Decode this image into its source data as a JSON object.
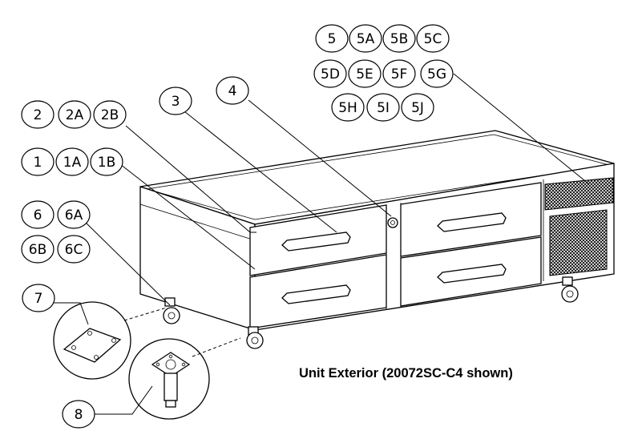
{
  "caption": "Unit Exterior (20072SC-C4 shown)",
  "callouts": {
    "c5": "5",
    "c5A": "5A",
    "c5B": "5B",
    "c5C": "5C",
    "c5D": "5D",
    "c5E": "5E",
    "c5F": "5F",
    "c5G": "5G",
    "c5H": "5H",
    "c5I": "5I",
    "c5J": "5J",
    "c2": "2",
    "c2A": "2A",
    "c2B": "2B",
    "c3": "3",
    "c4": "4",
    "c1": "1",
    "c1A": "1A",
    "c1B": "1B",
    "c6": "6",
    "c6A": "6A",
    "c6B": "6B",
    "c6C": "6C",
    "c7": "7",
    "c8": "8"
  }
}
